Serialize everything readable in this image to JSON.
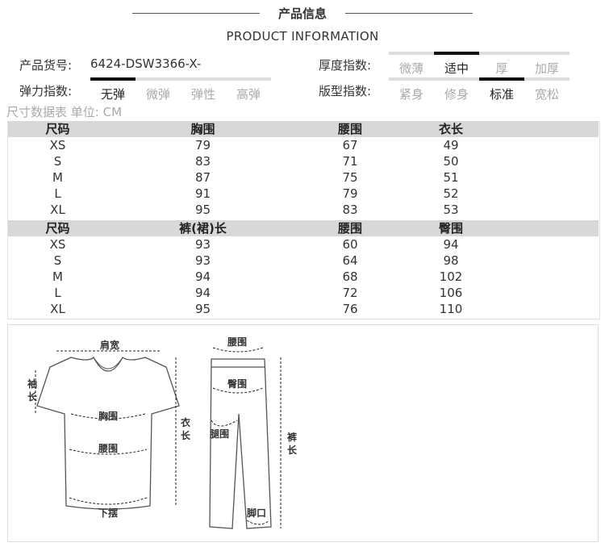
{
  "header": {
    "title": "产品信息",
    "subtitle": "PRODUCT INFORMATION"
  },
  "info": {
    "sku_label": "产品货号:",
    "sku_value": "6424-DSW3366-X-",
    "thickness_label": "厚度指数:",
    "thickness_options": [
      "微薄",
      "适中",
      "厚",
      "加厚"
    ],
    "thickness_selected": 1,
    "elasticity_label": "弹力指数:",
    "elasticity_options": [
      "无弹",
      "微弹",
      "弹性",
      "高弹"
    ],
    "elasticity_selected": 0,
    "fit_label": "版型指数:",
    "fit_options": [
      "紧身",
      "修身",
      "标准",
      "宽松"
    ],
    "fit_selected": 2
  },
  "size_table": {
    "caption": "尺寸数据表 单位: CM",
    "top": {
      "headers": [
        "尺码",
        "胸围",
        "腰围",
        "衣长"
      ],
      "rows": [
        [
          "XS",
          "79",
          "67",
          "49"
        ],
        [
          "S",
          "83",
          "71",
          "50"
        ],
        [
          "M",
          "87",
          "75",
          "51"
        ],
        [
          "L",
          "91",
          "79",
          "52"
        ],
        [
          "XL",
          "95",
          "83",
          "53"
        ]
      ]
    },
    "bottom": {
      "headers": [
        "尺码",
        "裤(裙)长",
        "腰围",
        "臀围"
      ],
      "rows": [
        [
          "XS",
          "93",
          "60",
          "94"
        ],
        [
          "S",
          "93",
          "64",
          "98"
        ],
        [
          "M",
          "94",
          "68",
          "102"
        ],
        [
          "L",
          "94",
          "72",
          "106"
        ],
        [
          "XL",
          "95",
          "76",
          "110"
        ]
      ]
    }
  },
  "diagram": {
    "shoulder": "肩宽",
    "sleeve_a": "袖",
    "sleeve_b": "长",
    "chest": "胸围",
    "waist_top": "腰围",
    "hem": "下摆",
    "length_a": "衣",
    "length_b": "长",
    "pants_waist": "腰围",
    "hip": "臀围",
    "thigh": "腿围",
    "leg_opening": "脚口",
    "pants_length_a": "裤",
    "pants_length_b": "长"
  }
}
